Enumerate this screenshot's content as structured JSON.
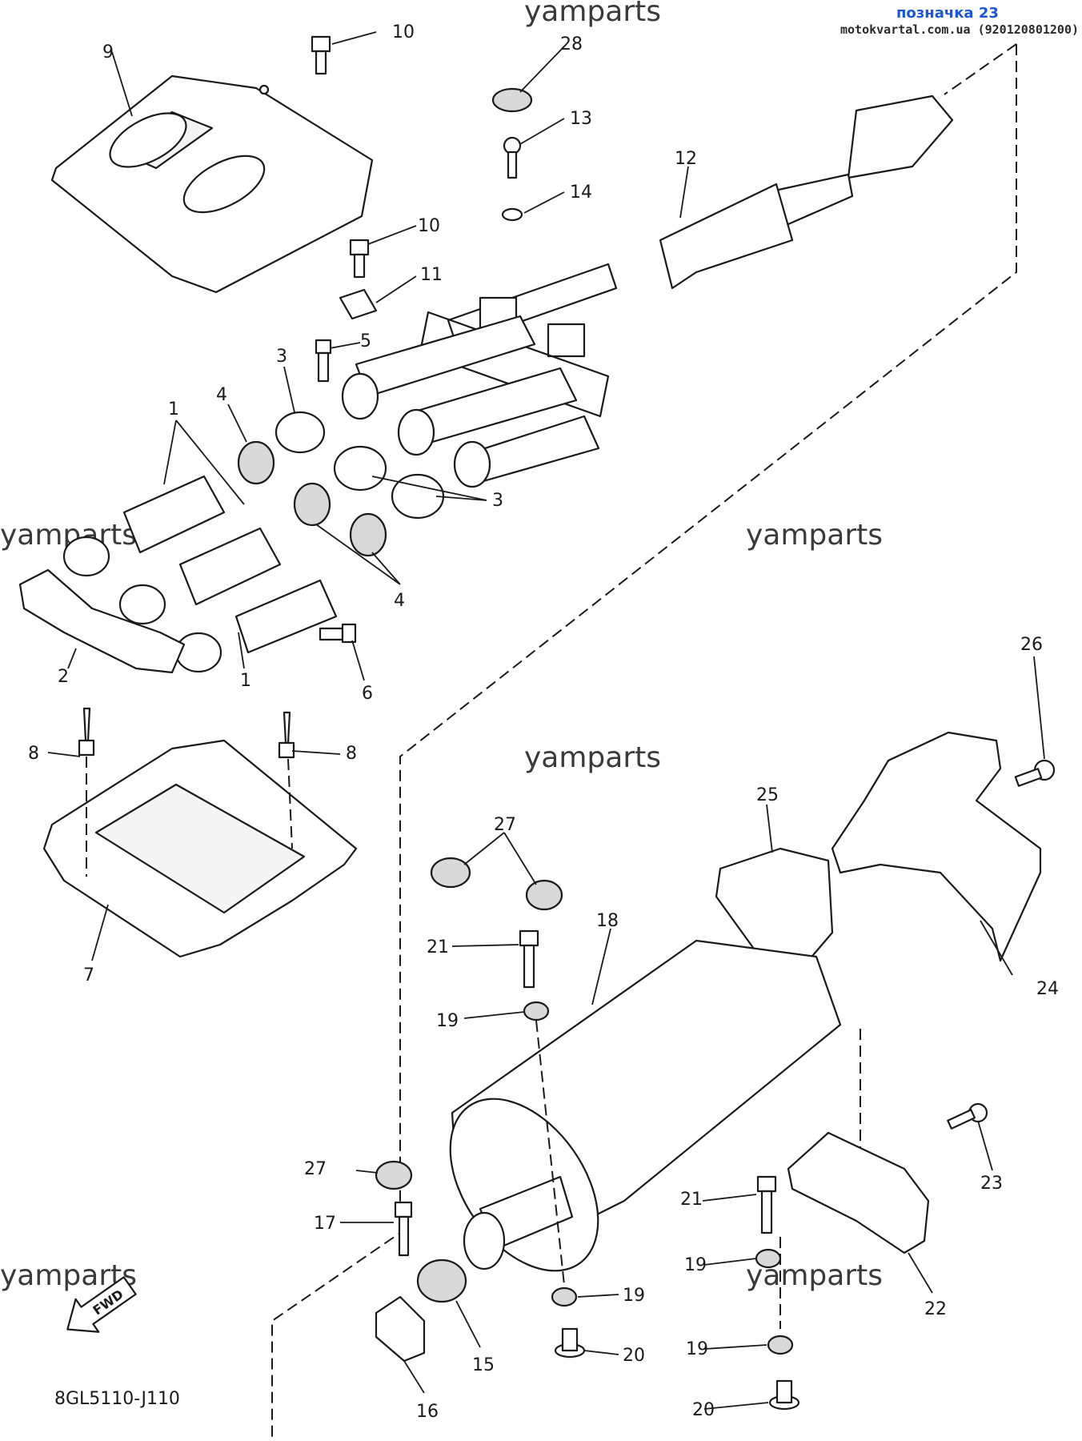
{
  "header": {
    "badge": "позначка 23",
    "site": "motokvartal.com.ua (920120801200)"
  },
  "diagram_code": "8GL5110-J110",
  "fwd_label": "FWD",
  "watermark": "yamparts",
  "callouts": {
    "c1a": "1",
    "c1b": "1",
    "c2": "2",
    "c3a": "3",
    "c3b": "3",
    "c4a": "4",
    "c4b": "4",
    "c5": "5",
    "c6": "6",
    "c7": "7",
    "c8a": "8",
    "c8b": "8",
    "c9": "9",
    "c10a": "10",
    "c10b": "10",
    "c11": "11",
    "c12": "12",
    "c13": "13",
    "c14": "14",
    "c15": "15",
    "c16": "16",
    "c17": "17",
    "c18": "18",
    "c19a": "19",
    "c19b": "19",
    "c19c": "19",
    "c19d": "19",
    "c20a": "20",
    "c20b": "20",
    "c21a": "21",
    "c21b": "21",
    "c22": "22",
    "c23": "23",
    "c24": "24",
    "c25": "25",
    "c26": "26",
    "c27a": "27",
    "c27b": "27",
    "c28": "28"
  }
}
